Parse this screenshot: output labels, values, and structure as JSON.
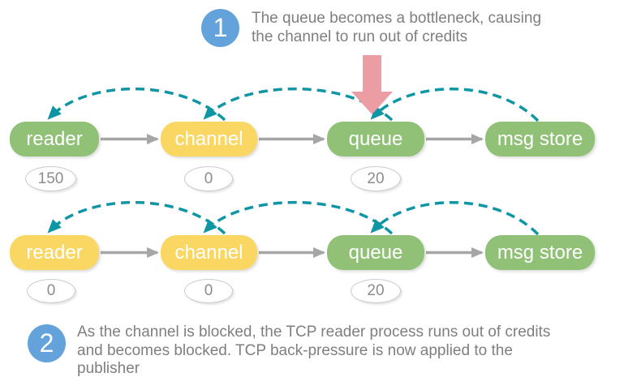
{
  "steps": {
    "step1": {
      "number": "1",
      "lines": [
        "The queue becomes a bottleneck, causing",
        "the channel to run out of credits"
      ]
    },
    "step2": {
      "number": "2",
      "lines": [
        "As the channel is blocked, the TCP reader process runs out of credits",
        "and becomes blocked. TCP back-pressure is now applied to the",
        "publisher"
      ]
    }
  },
  "rows": [
    {
      "name": "stage-1",
      "nodes": [
        {
          "label": "reader",
          "color": "green",
          "credits": "150"
        },
        {
          "label": "channel",
          "color": "yellow",
          "credits": "0"
        },
        {
          "label": "queue",
          "color": "green",
          "credits": "20"
        },
        {
          "label": "msg store",
          "color": "green",
          "credits": null
        }
      ]
    },
    {
      "name": "stage-2",
      "nodes": [
        {
          "label": "reader",
          "color": "yellow",
          "credits": "0"
        },
        {
          "label": "channel",
          "color": "yellow",
          "credits": "0"
        },
        {
          "label": "queue",
          "color": "green",
          "credits": "20"
        },
        {
          "label": "msg store",
          "color": "green",
          "credits": null
        }
      ]
    }
  ],
  "icons": {
    "bottleneck_arrow": "down-block-arrow",
    "credit_flow_arrow": "dashed-curved-arrow",
    "message_flow_arrow": "straight-arrow"
  },
  "colors": {
    "node_green": "#90C177",
    "node_yellow": "#FAD763",
    "backpressure_teal": "#0E96A5",
    "bottleneck_pink": "#EC9DA4",
    "step_badge_blue": "#63A2DA",
    "flow_arrow_gray": "#A6A6A6",
    "text_gray": "#7F7F7F",
    "credit_text_gray": "#8C8C8C"
  }
}
